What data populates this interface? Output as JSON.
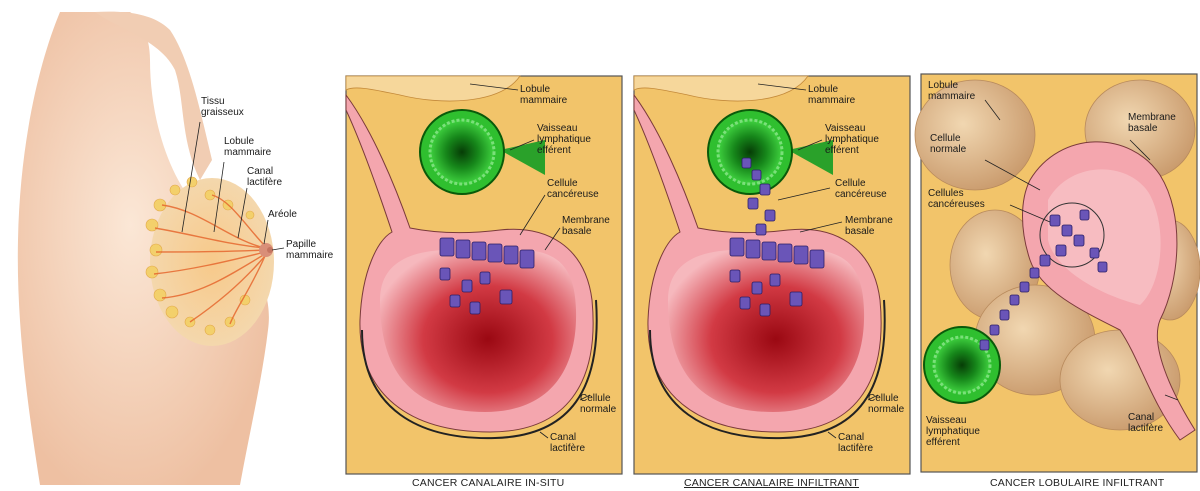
{
  "body_figure": {
    "labels": {
      "tissu": "Tissu\ngraisseux",
      "lobule": "Lobule\nmammaire",
      "canal": "Canal\nlactifère",
      "areole": "Aréole",
      "papille": "Papille\nmammaire"
    }
  },
  "panels": [
    {
      "caption": "CANCER CANALAIRE IN-SITU",
      "labels": {
        "lobule": "Lobule\nmammaire",
        "vaisseau": "Vaisseau\nlymphatique\nefférent",
        "cellule_cancereuse": "Cellule\ncancéreuse",
        "membrane": "Membrane\nbasale",
        "cellule_normale": "Cellule\nnormale",
        "canal": "Canal\nlactifère"
      }
    },
    {
      "caption": "CANCER CANALAIRE INFILTRANT",
      "labels": {
        "lobule": "Lobule\nmammaire",
        "vaisseau": "Vaisseau\nlymphatique\nefférent",
        "cellule_cancereuse": "Cellule\ncancéreuse",
        "membrane": "Membrane\nbasale",
        "cellule_normale": "Cellule\nnormale",
        "canal": "Canal\nlactifère"
      }
    },
    {
      "caption": "CANCER LOBULAIRE INFILTRANT",
      "labels": {
        "lobule": "Lobule\nmammaire",
        "membrane": "Membrane\nbasale",
        "cellule_normale": "Cellule\nnormale",
        "cellules_cancereuses": "Cellules\ncancéreuses",
        "vaisseau": "Vaisseau\nlymphatique\nefférent",
        "canal": "Canal\nlactifère"
      }
    }
  ],
  "colors": {
    "panel_bg": "#f2c46a",
    "duct_wall": "#f4a6ae",
    "lumen": "#b0101a",
    "vessel": "#1fa31f",
    "cancer_cell": "#6a55b8",
    "skin": "#f7dcc6"
  }
}
